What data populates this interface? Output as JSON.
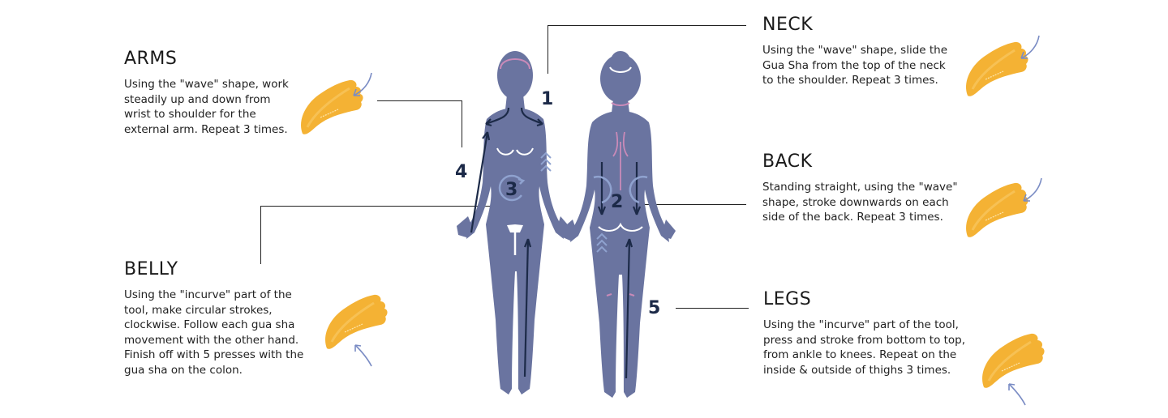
{
  "colors": {
    "body_fill": "#6a74a0",
    "arrow_dark": "#1c2a48",
    "arrow_light": "#8fa2cf",
    "accent_pink": "#c98ab8",
    "tool_orange": "#f4b234",
    "pointer_blue": "#7a8cc4",
    "text": "#222222"
  },
  "sections": {
    "arms": {
      "title": "ARMS",
      "lines": [
        "Using the \"wave\" shape, work",
        "steadily up and down from",
        "wrist to shoulder for the",
        "external arm. Repeat 3 times."
      ],
      "step": "4"
    },
    "neck": {
      "title": "NECK",
      "lines": [
        "Using the \"wave\" shape, slide the",
        "Gua Sha from the top of the neck",
        "to the shoulder. Repeat 3 times."
      ],
      "step": "1"
    },
    "back": {
      "title": "BACK",
      "lines": [
        "Standing straight, using the \"wave\"",
        "shape,  stroke downwards on each",
        "side of the back. Repeat 3 times."
      ],
      "step": "2"
    },
    "belly": {
      "title": "BELLY",
      "lines": [
        "Using the \"incurve\" part of the",
        "tool, make circular strokes,",
        "clockwise. Follow each gua sha",
        "movement with the other hand.",
        "Finish off with 5 presses with the",
        "gua sha on the colon."
      ],
      "step": "3"
    },
    "legs": {
      "title": "LEGS",
      "lines": [
        "Using the \"incurve\" part of the tool,",
        "press and stroke from bottom to top,",
        "from ankle to knees. Repeat on the",
        "inside & outside of thighs 3 times."
      ],
      "step": "5"
    }
  },
  "figures": {
    "front": "front-body-figure",
    "back": "back-body-figure",
    "tool_icon": "gua-sha-stone-icon",
    "pointer_icon": "curved-arrow-icon"
  }
}
